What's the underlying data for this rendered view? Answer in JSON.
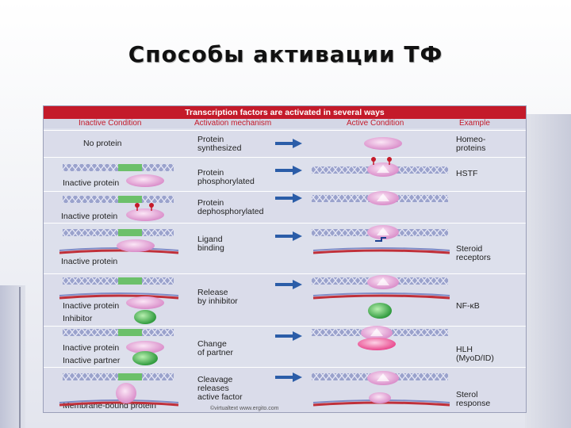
{
  "slide": {
    "title": "Способы активации ТФ"
  },
  "table": {
    "title": "Transcription factors are activated in several ways",
    "columns": [
      "Inactive Condition",
      "Activation mechanism",
      "Active Condition",
      "Example"
    ],
    "rows": [
      {
        "inactive": [
          "No protein"
        ],
        "mechanism": [
          "Protein",
          "synthesized"
        ],
        "example": [
          "Homeo-",
          "proteins"
        ]
      },
      {
        "inactive": [
          "Inactive protein"
        ],
        "mechanism": [
          "Protein",
          "phosphorylated"
        ],
        "example": [
          "HSTF"
        ]
      },
      {
        "inactive": [
          "Inactive protein"
        ],
        "mechanism": [
          "Protein",
          "dephosphorylated"
        ],
        "example": []
      },
      {
        "inactive": [
          "Inactive protein"
        ],
        "mechanism": [
          "Ligand",
          "binding"
        ],
        "example": [
          "Steroid",
          "receptors"
        ]
      },
      {
        "inactive": [
          "Inactive protein",
          "Inhibitor"
        ],
        "mechanism": [
          "Release",
          "by inhibitor"
        ],
        "example": [
          "NF-κB"
        ]
      },
      {
        "inactive": [
          "Inactive protein",
          "Inactive partner"
        ],
        "mechanism": [
          "Change",
          "of partner"
        ],
        "example": [
          "HLH",
          "(MyoD/ID)"
        ]
      },
      {
        "inactive": [
          "Membrane-bound protein"
        ],
        "mechanism": [
          "Cleavage",
          "releases",
          "active factor"
        ],
        "example": [
          "Sterol",
          "response"
        ]
      }
    ],
    "footer": "©virtualtext www.ergito.com"
  },
  "colors": {
    "header": "#c41a2a",
    "arrow": "#2b5da8",
    "protein": "#e8a6d8",
    "inhibitor": "#3aa84a",
    "dna": "#8a93c4",
    "membrane": "#c0303a"
  }
}
